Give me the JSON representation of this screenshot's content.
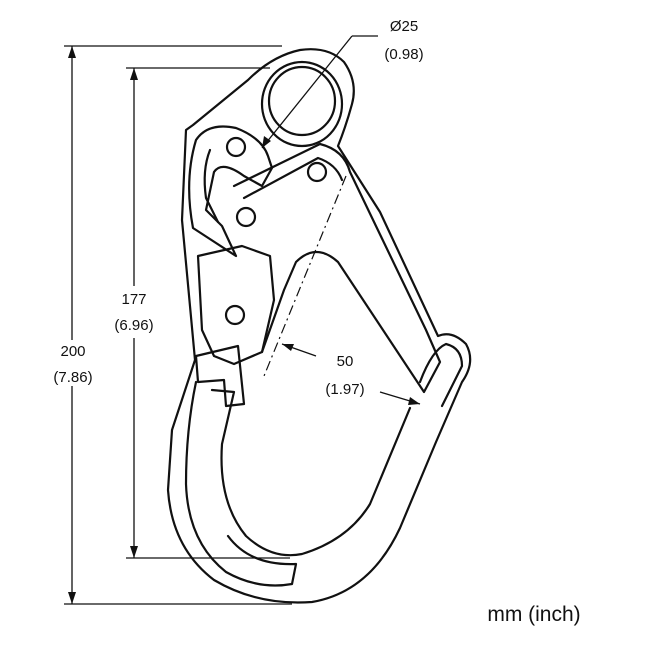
{
  "drawing": {
    "diameter": {
      "value": "Ø25",
      "inch": "(0.98)"
    },
    "gate_length": {
      "value": "177",
      "inch": "(6.96)"
    },
    "overall_length": {
      "value": "200",
      "inch": "(7.86)"
    },
    "gate_opening": {
      "value": "50",
      "inch": "(1.97)"
    },
    "units_label": "mm (inch)",
    "line_color": "#111111"
  }
}
